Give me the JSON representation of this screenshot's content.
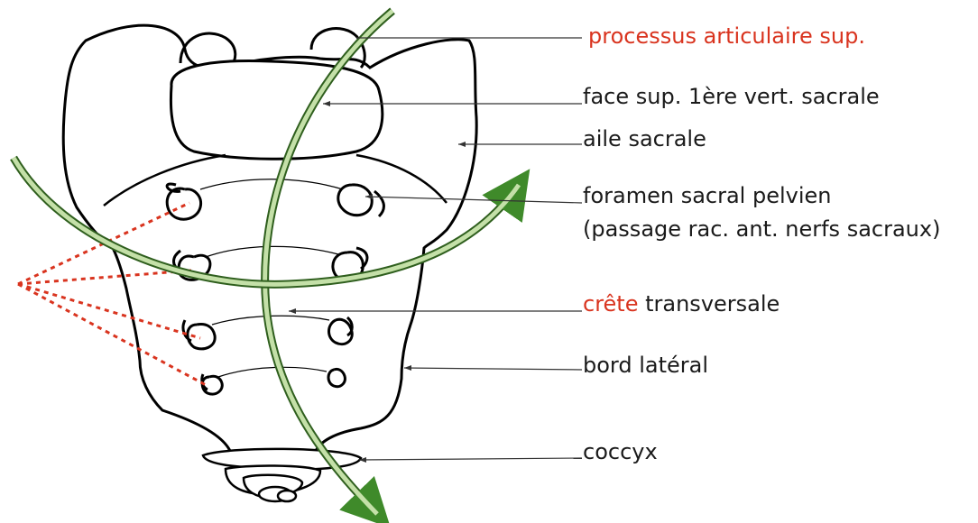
{
  "colors": {
    "outline": "#000000",
    "accent_red": "#d9341f",
    "arrow_green": "#b9d99a",
    "arrow_head": "#3f8a2a",
    "leader": "#333333"
  },
  "labels": {
    "processus": "processus articulaire sup.",
    "face_sup": "face sup. 1ère vert. sacrale",
    "aile": "aile sacrale",
    "foramen_line1": "foramen sacral pelvien",
    "foramen_line2": "(passage rac. ant. nerfs sacraux)",
    "crete_red": "crête",
    "crete_rest": " transversale",
    "bord": "bord latéral",
    "coccyx": "coccyx"
  }
}
